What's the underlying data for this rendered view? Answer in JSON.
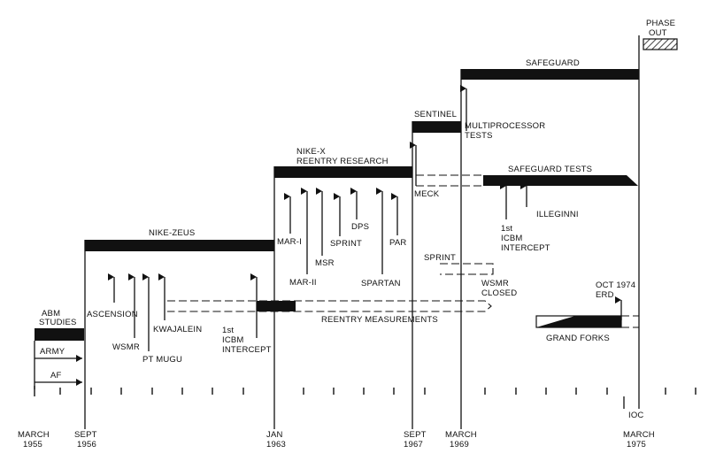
{
  "phases": {
    "abm_studies": [
      "ABM",
      "STUDIES"
    ],
    "army": "ARMY",
    "af": "AF",
    "nike_zeus": "NIKE-ZEUS",
    "nike_x": [
      "NIKE-X",
      "REENTRY RESEARCH"
    ],
    "sentinel": "SENTINEL",
    "safeguard": "SAFEGUARD",
    "phase_out": [
      "PHASE",
      "OUT"
    ]
  },
  "milestones": {
    "ascension": "ASCENSION",
    "wsmr": "WSMR",
    "pt_mugu": "PT MUGU",
    "kwajalein": "KWAJALEIN",
    "icbm_intercept_1": [
      "1st",
      "ICBM",
      "INTERCEPT"
    ],
    "mar_i": "MAR-I",
    "mar_ii": "MAR-II",
    "msr": "MSR",
    "sprint": "SPRINT",
    "dps": "DPS",
    "spartan": "SPARTAN",
    "par": "PAR",
    "meck": "MECK",
    "multiprocessor": [
      "MULTIPROCESSOR",
      "TESTS"
    ],
    "safeguard_tests": "SAFEGUARD TESTS",
    "illeginni": "ILLEGINNI",
    "icbm_intercept_2": [
      "1st",
      "ICBM",
      "INTERCEPT"
    ],
    "sprint_2": "SPRINT",
    "wsmr_closed": [
      "WSMR",
      "CLOSED"
    ],
    "oct_1974": [
      "OCT  1974",
      "ERD"
    ],
    "reentry_measurements": "REENTRY MEASUREMENTS",
    "grand_forks": "GRAND FORKS",
    "ioc": "IOC"
  },
  "dates": [
    [
      "MARCH",
      "1955"
    ],
    [
      "SEPT",
      "1956"
    ],
    [
      "JAN",
      "1963"
    ],
    [
      "SEPT",
      "1967"
    ],
    [
      "MARCH",
      "1969"
    ],
    [
      "MARCH",
      "1975"
    ]
  ],
  "colors": {
    "ink": "#111111",
    "paper": "#ffffff"
  }
}
